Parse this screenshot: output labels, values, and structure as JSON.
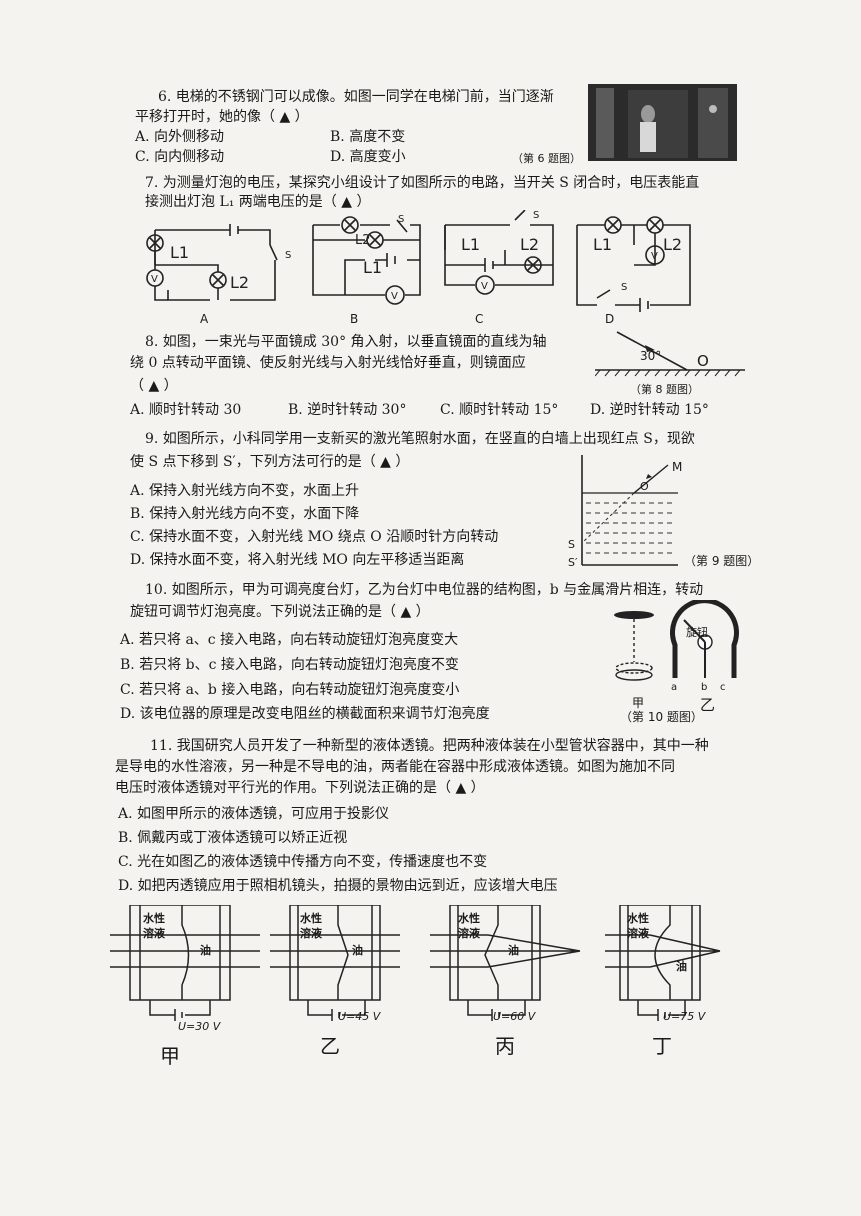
{
  "q6": {
    "line1": "6. 电梯的不锈钢门可以成像。如图一同学在电梯门前，当门逐渐",
    "line2": "平移打开时，她的像（ ▲ ）",
    "options": [
      "A. 向外侧移动",
      "B. 高度不变",
      "C. 向内侧移动",
      "D. 高度变小"
    ],
    "caption": "（第 6 题图）"
  },
  "q7": {
    "line1": "7. 为测量灯泡的电压，某探究小组设计了如图所示的电路，当开关 S 闭合时，电压表能直",
    "line2": "接测出灯泡 L₁ 两端电压的是（ ▲ ）",
    "labels": [
      "A",
      "B",
      "C",
      "D"
    ],
    "l1": "L1",
    "l2": "L2",
    "s": "S",
    "v": "V"
  },
  "q8": {
    "line1": "8. 如图，一束光与平面镜成 30° 角入射，以垂直镜面的直线为轴",
    "line2": "绕 0 点转动平面镜、使反射光线与入射光线恰好垂直，则镜面应",
    "line3": "（ ▲ ）",
    "options": [
      "A. 顺时针转动 30",
      "B. 逆时针转动 30°",
      "C. 顺时针转动 15°",
      "D. 逆时针转动 15°"
    ],
    "caption": "（第 8 题图）",
    "angle": "30°",
    "point": "O"
  },
  "q9": {
    "line1": "9. 如图所示，小科同学用一支新买的激光笔照射水面，在竖直的白墙上出现红点 S，现欲",
    "line2": "使 S 点下移到 S′，下列方法可行的是（ ▲ ）",
    "options": [
      "A. 保持入射光线方向不变，水面上升",
      "B. 保持入射光线方向不变，水面下降",
      "C. 保持水面不变，入射光线 MO 绕点 O 沿顺时针方向转动",
      "D. 保持水面不变，将入射光线 MO 向左平移适当距离"
    ],
    "caption": "（第 9 题图）",
    "m": "M",
    "o": "O",
    "s": "S",
    "s2": "S′"
  },
  "q10": {
    "line1": "10. 如图所示，甲为可调亮度台灯，乙为台灯中电位器的结构图，b 与金属滑片相连，转动",
    "line2": "旋钮可调节灯泡亮度。下列说法正确的是（ ▲ ）",
    "options": [
      "A. 若只将 a、c 接入电路，向右转动旋钮灯泡亮度变大",
      "B. 若只将 b、c 接入电路，向右转动旋钮灯泡亮度不变",
      "C. 若只将 a、b 接入电路，向右转动旋钮灯泡亮度变小",
      "D. 该电位器的原理是改变电阻丝的横截面积来调节灯泡亮度"
    ],
    "caption": "（第 10 题图）",
    "knob": "旋钮",
    "jia": "甲",
    "yi": "乙",
    "a": "a",
    "b": "b",
    "c": "c"
  },
  "q11": {
    "line1": "11. 我国研究人员开发了一种新型的液体透镜。把两种液体装在小型管状容器中，其中一种",
    "line2": "是导电的水性溶液，另一种是不导电的油，两者能在容器中形成液体透镜。如图为施加不同",
    "line3": "电压时液体透镜对平行光的作用。下列说法正确的是（ ▲ ）",
    "options": [
      "A. 如图甲所示的液体透镜，可应用于投影仪",
      "B. 佩戴丙或丁液体透镜可以矫正近视",
      "C. 光在如图乙的液体透镜中传播方向不变，传播速度也不变",
      "D. 如把丙透镜应用于照相机镜头，拍摄的景物由远到近，应该增大电压"
    ],
    "lens_labels": {
      "water1": "水性",
      "water2": "溶液",
      "oil": "油"
    },
    "voltages": [
      "U=30 V",
      "U=45 V",
      "U=60 V",
      "U=75 V"
    ],
    "names": [
      "甲",
      "乙",
      "丙",
      "丁"
    ]
  }
}
